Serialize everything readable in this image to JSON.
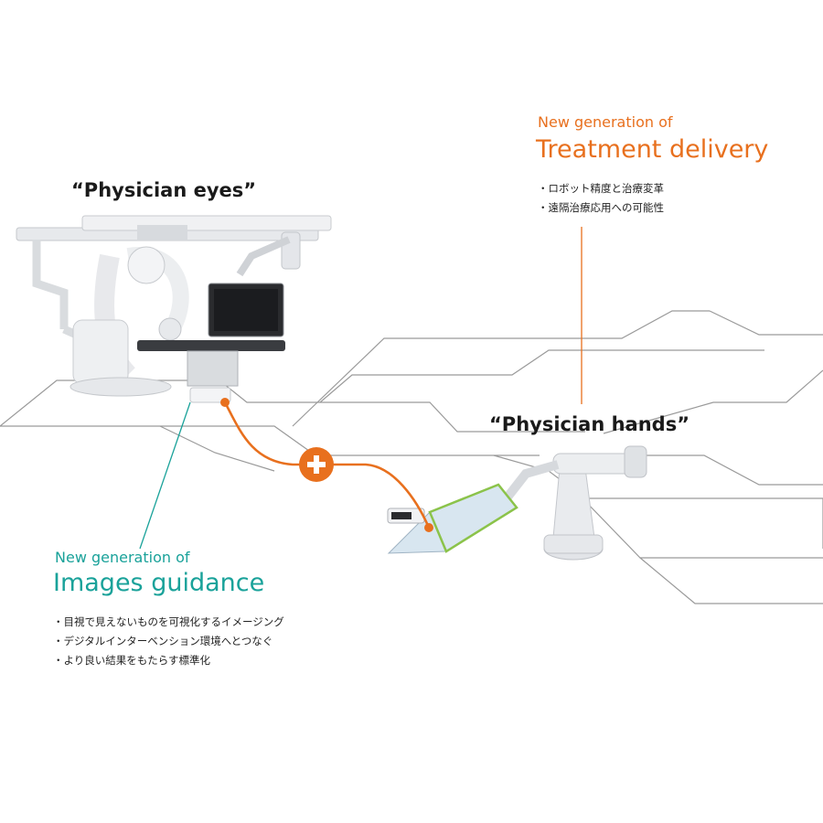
{
  "eyes": {
    "title": "“Physician eyes”"
  },
  "hands": {
    "title": "“Physician hands”"
  },
  "treatment": {
    "kicker": "New generation of",
    "heading": "Treatment delivery",
    "bullets": [
      "ロボット精度と治療変革",
      "遠隔治療応用への可能性"
    ],
    "color": "#e8701e"
  },
  "images": {
    "kicker": "New generation of",
    "heading": "Images guidance",
    "bullets": [
      "目視で見えないものを可視化するイメージング",
      "デジタルインターベンション環境へとつなぐ",
      "より良い結果をもたらす標準化"
    ],
    "color": "#1aa29a"
  },
  "colors": {
    "connector": "#e8701e",
    "lines": "#999999",
    "guide_teal": "#1aa29a"
  }
}
